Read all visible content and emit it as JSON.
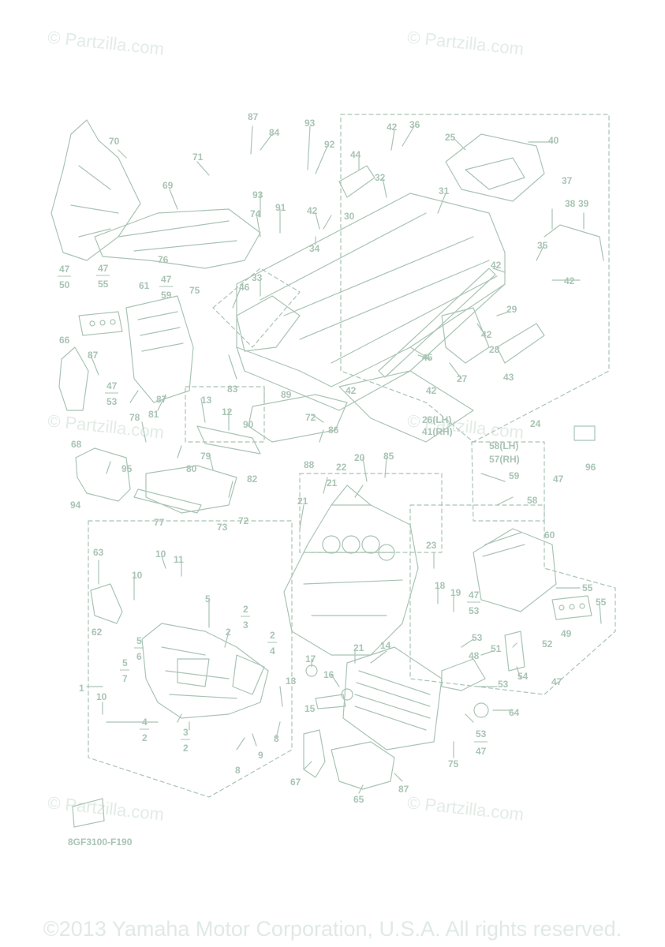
{
  "watermark_text": "© Partzilla.com",
  "figure_code": "8GF3100-F190",
  "copyright": "©2013 Yamaha Motor Corporation, U.S.A. All rights reserved.",
  "colors": {
    "line": "#a9c4b4",
    "watermark": "#e2ece6",
    "background": "#ffffff"
  },
  "callouts": {
    "c70": "70",
    "c71": "71",
    "c69": "69",
    "c87a": "87",
    "c84": "84",
    "c93": "93",
    "c92": "92",
    "c42a": "42",
    "c36": "36",
    "c25": "25",
    "c40": "40",
    "c44": "44",
    "c32": "32",
    "c31": "31",
    "c93b": "93",
    "c91": "91",
    "c74": "74",
    "c42b": "42",
    "c30": "30",
    "c34": "34",
    "c37": "37",
    "c38": "38",
    "c39": "39",
    "c35": "35",
    "c42c": "42",
    "c76": "76",
    "c47a": "47",
    "c50": "50",
    "c47b": "47",
    "c55a": "55",
    "c47c": "47",
    "c59a": "59",
    "c61": "61",
    "c75a": "75",
    "c46": "46",
    "c33": "33",
    "c42d": "42",
    "c29": "29",
    "c42e": "42",
    "c28": "28",
    "c43": "43",
    "c45": "45",
    "c27": "27",
    "c66": "66",
    "c87b": "87",
    "c47d": "47",
    "c53a": "53",
    "c87c": "87",
    "c83": "83",
    "c89": "89",
    "c42f": "42",
    "c42g": "42",
    "c13a": "13",
    "c12": "12",
    "c72a": "72",
    "c86": "86",
    "c90": "90",
    "c26": "26(LH)",
    "c41": "41(RH)",
    "c24": "24",
    "c78": "78",
    "c81": "81",
    "c68": "68",
    "c95": "95",
    "c80": "80",
    "c79": "79",
    "c82": "82",
    "c94": "94",
    "c88": "88",
    "c22": "22",
    "c20": "20",
    "c85": "85",
    "c21a": "21",
    "c58a": "58(LH)",
    "c57": "57(RH)",
    "c59b": "59",
    "c58b": "58",
    "c47e": "47",
    "c96": "96",
    "c21b": "21",
    "c77": "77",
    "c73": "73",
    "c72b": "72",
    "c63": "63",
    "c10a": "10",
    "c11": "11",
    "c10b": "10",
    "c23": "23",
    "c60": "60",
    "c18": "18",
    "c19": "19",
    "c47f": "47",
    "c53b": "53",
    "c55b": "55",
    "c55c": "55",
    "c62": "62",
    "c5a": "5",
    "c2a": "2",
    "c3a": "3",
    "c2b": "2",
    "c4a": "4",
    "c49": "49",
    "c5b": "5",
    "c6": "6",
    "c53c": "53",
    "c48": "48",
    "c51": "51",
    "c52": "52",
    "c21c": "21",
    "c14": "14",
    "c5c": "5",
    "c7": "7",
    "c17": "17",
    "c16": "16",
    "c54": "54",
    "c53d": "53",
    "c47g": "47",
    "c13b": "13",
    "c1": "1",
    "c10c": "10",
    "c15": "15",
    "c64": "64",
    "c4b": "4",
    "c2c": "2",
    "c3b": "3",
    "c2d": "2",
    "c8a": "8",
    "c9": "9",
    "c8b": "8",
    "c53e": "53",
    "c47h": "47",
    "c75b": "75",
    "c67": "67",
    "c87d": "87",
    "c65": "65"
  }
}
